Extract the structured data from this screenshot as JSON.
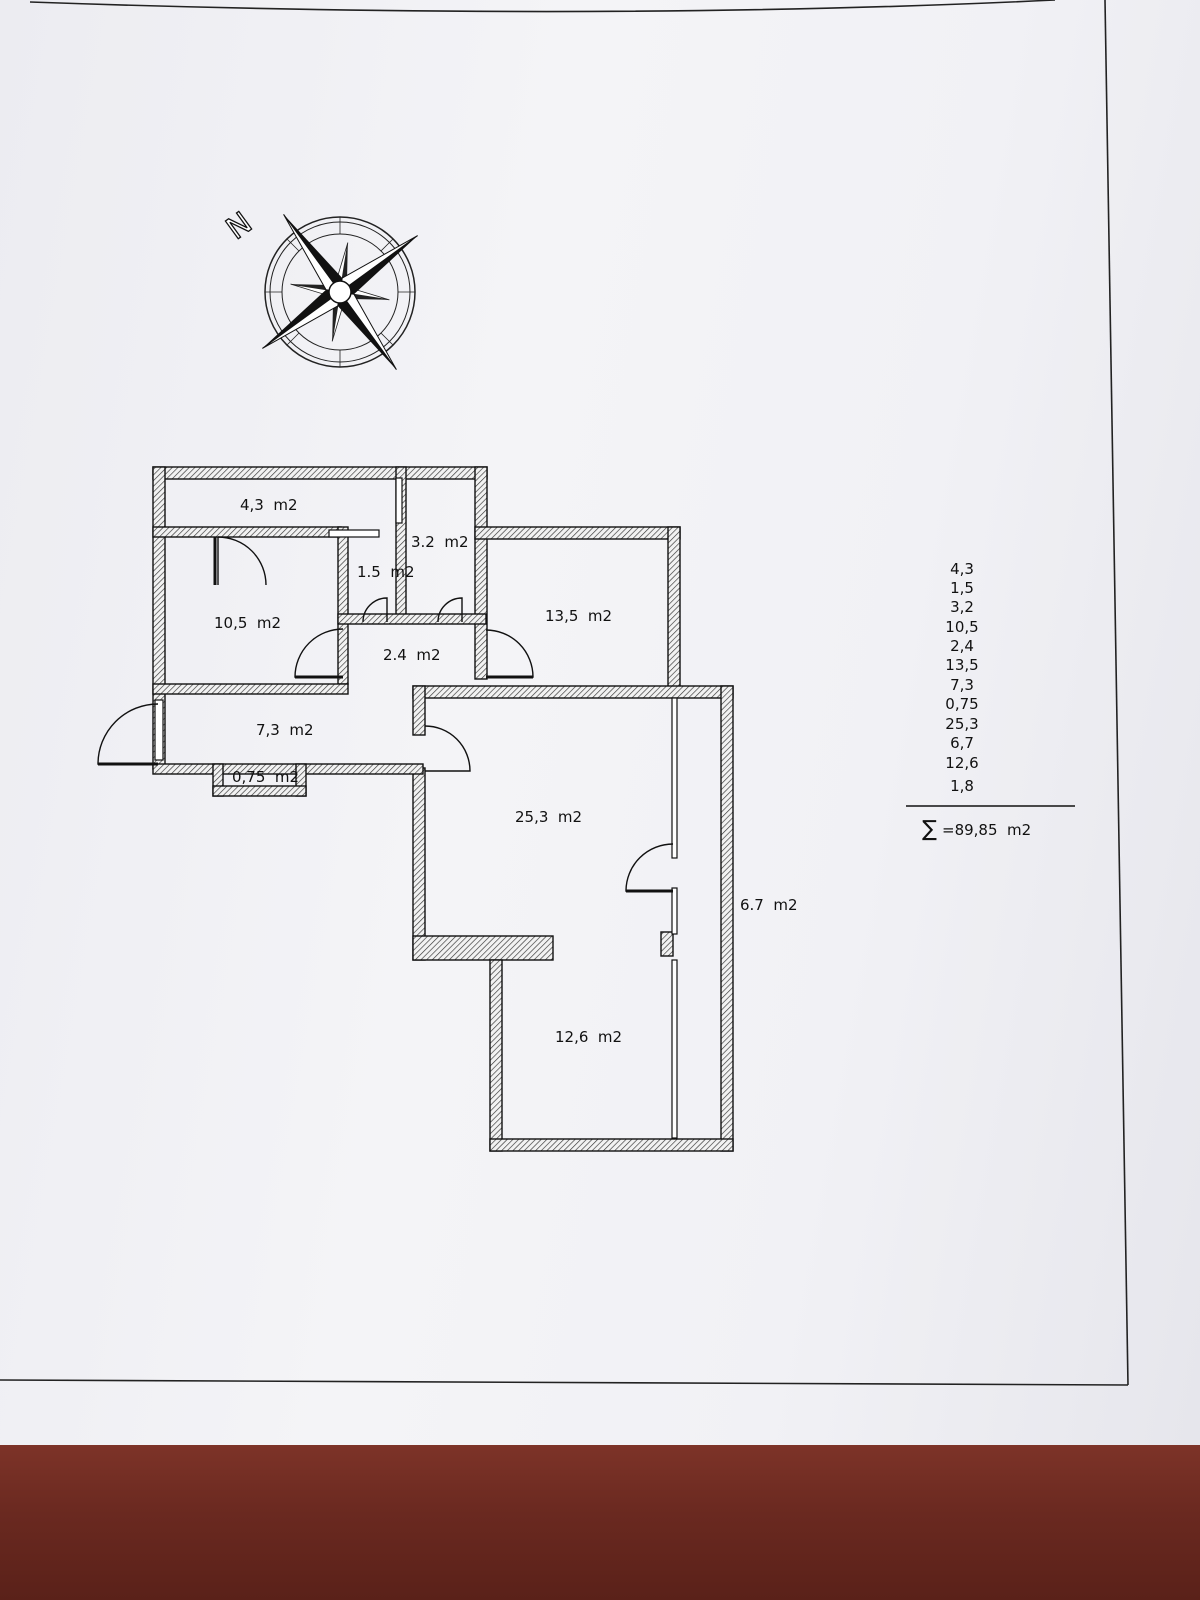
{
  "compass": {
    "north_label": "N"
  },
  "rooms": [
    {
      "id": "storage-top",
      "label": "4,3  m2"
    },
    {
      "id": "room-bath",
      "label": "3.2  m2"
    },
    {
      "id": "room-wc",
      "label": "1.5  m2"
    },
    {
      "id": "bedroom-left",
      "label": "10,5  m2"
    },
    {
      "id": "corridor",
      "label": "2.4  m2"
    },
    {
      "id": "room-right-top",
      "label": "13,5  m2"
    },
    {
      "id": "entry-hall",
      "label": "7,3  m2"
    },
    {
      "id": "niche",
      "label": "0,75  m2"
    },
    {
      "id": "living-room",
      "label": "25,3  m2"
    },
    {
      "id": "balcony",
      "label": "6.7  m2"
    },
    {
      "id": "bedroom-bottom",
      "label": "12,6  m2"
    }
  ],
  "area_list": [
    "4,3",
    "1,5",
    "3,2",
    "10,5",
    "2,4",
    "13,5",
    "7,3",
    "0,75",
    "25,3",
    "6,7",
    "12,6",
    "1,8"
  ],
  "total": {
    "symbol": "∑",
    "value": "=89,85  m2"
  },
  "colors": {
    "paper": "#f1f1f5",
    "ink": "#111111",
    "table": "#6a2a22"
  }
}
